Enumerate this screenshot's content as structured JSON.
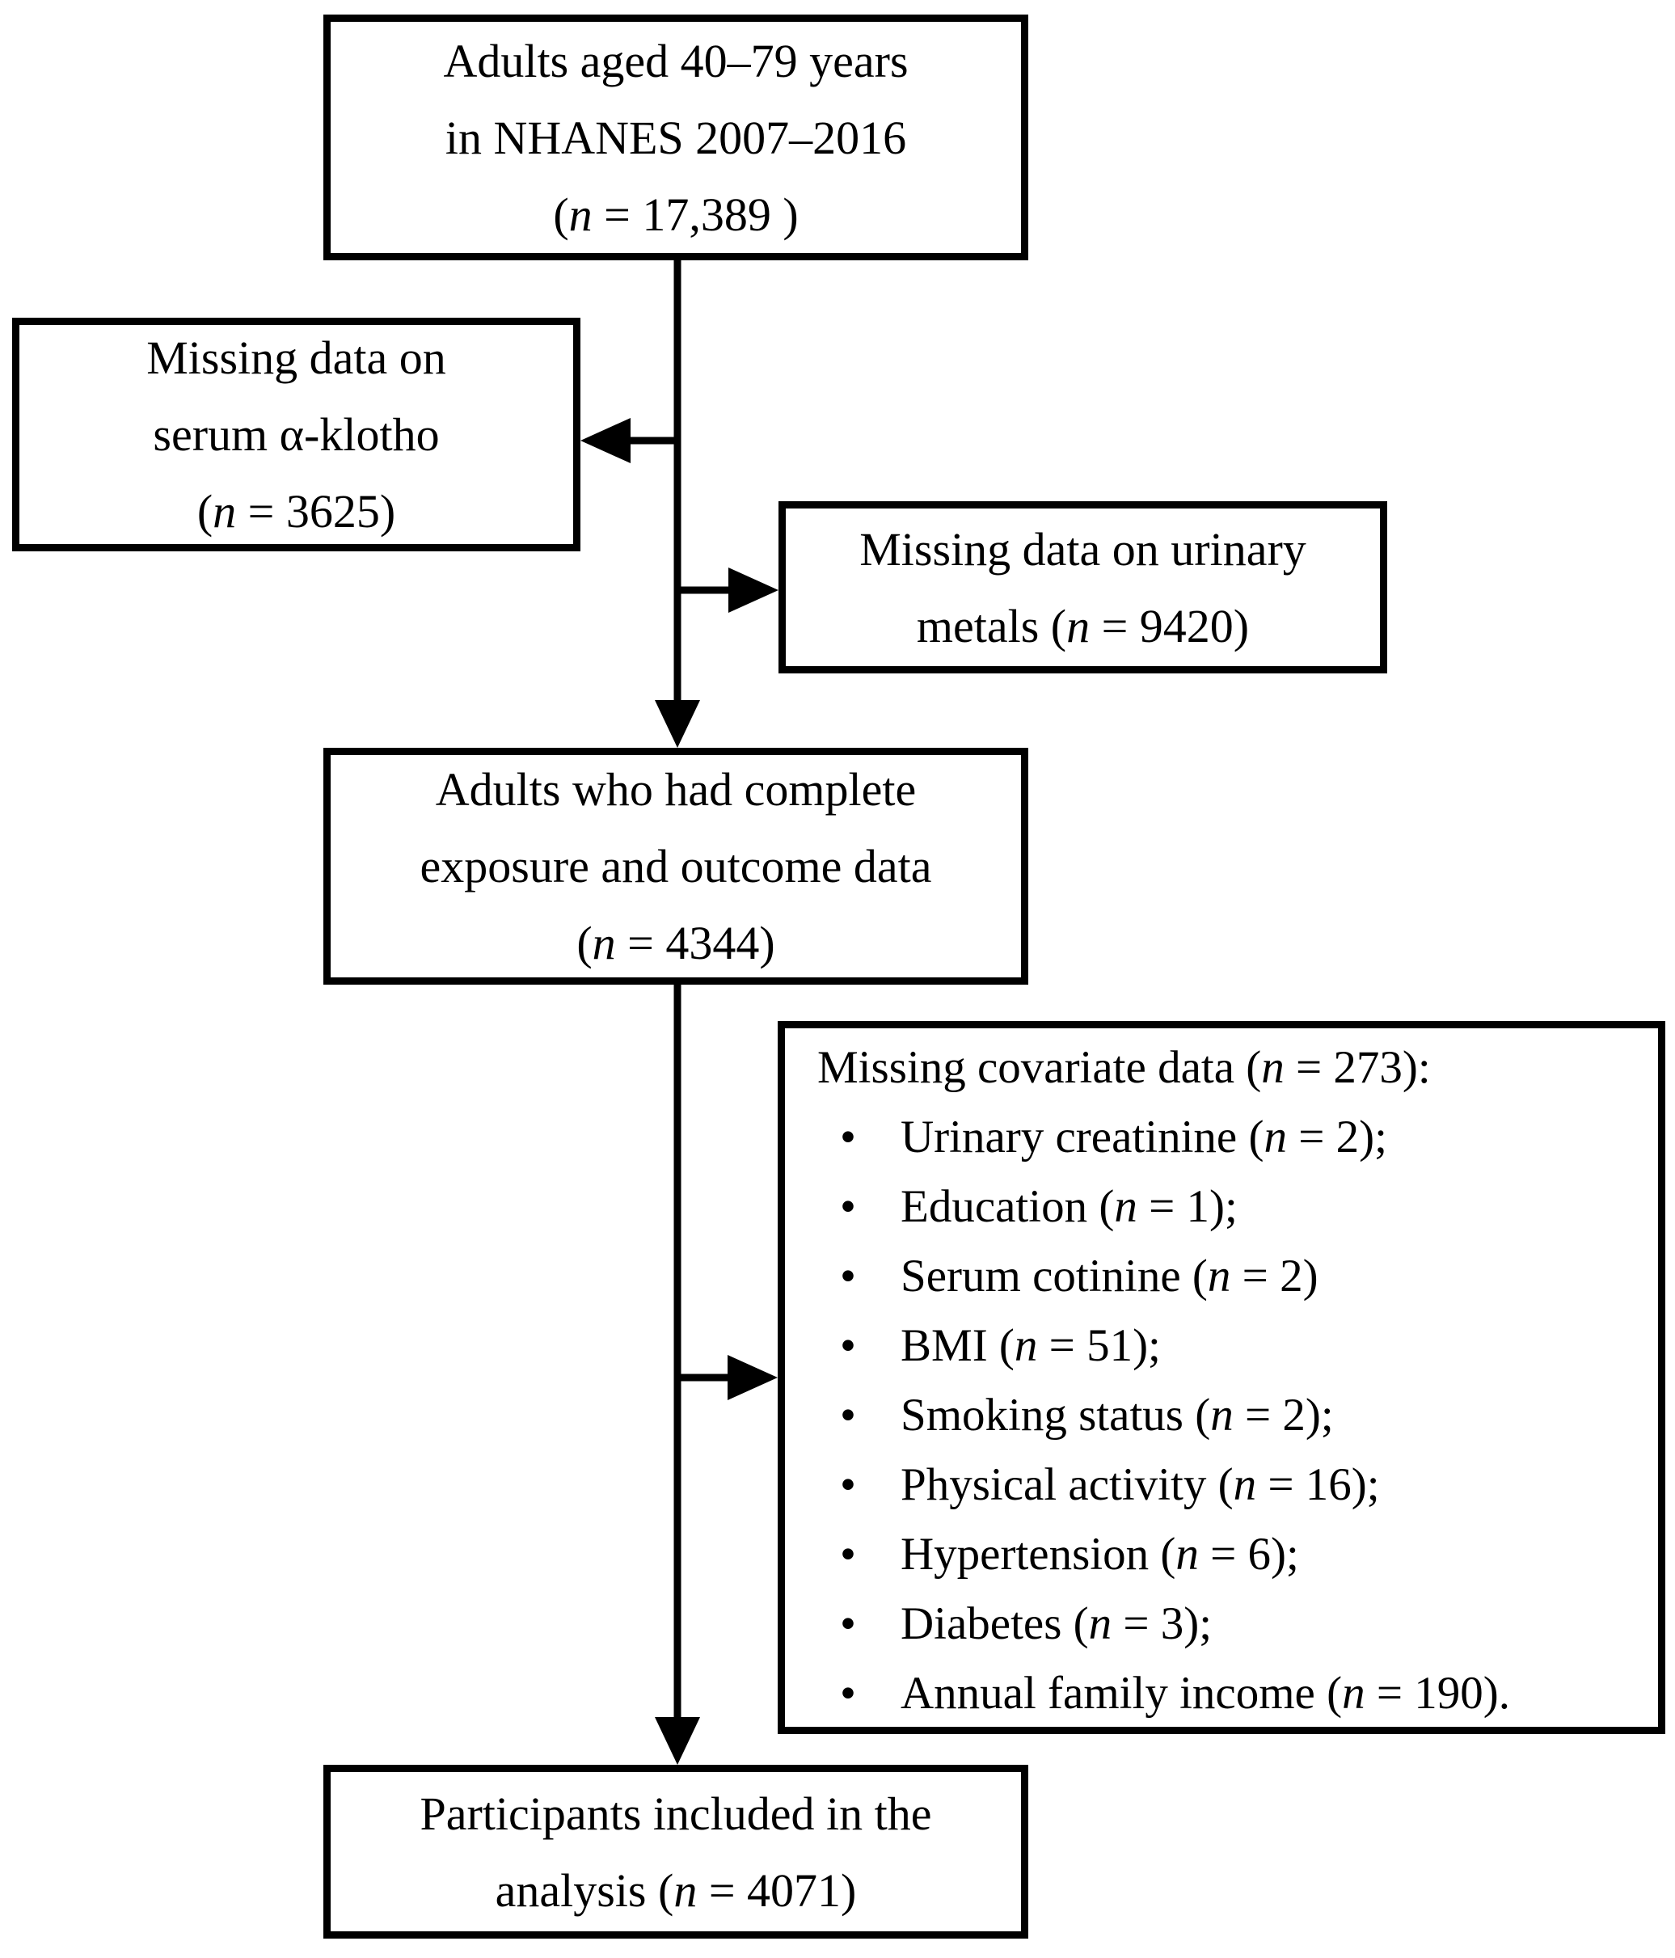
{
  "diagram": {
    "background_color": "#ffffff",
    "line_color": "#000000",
    "text_color": "#000000",
    "bullet_char": "•",
    "boxes": {
      "population": {
        "line1": "Adults aged 40–79 years",
        "line2": "in NHANES 2007–2016",
        "n_pre": "(",
        "n_sym": "n",
        "n_post": " = 17,389 )"
      },
      "missing_klotho": {
        "line1": "Missing data on",
        "line2": "serum α-klotho",
        "n_pre": "(",
        "n_sym": "n",
        "n_post": " = 3625)"
      },
      "missing_metals": {
        "line1": "Missing data on urinary",
        "line2_pre": "metals (",
        "n_sym": "n",
        "line2_post": " = 9420)"
      },
      "complete_data": {
        "line1": "Adults who had complete",
        "line2": "exposure and outcome data",
        "n_pre": "(",
        "n_sym": "n",
        "n_post": " = 4344)"
      },
      "missing_covariates": {
        "header_pre": "Missing covariate data (",
        "header_n": "n",
        "header_post": " = 273):",
        "items": [
          {
            "pre": "Urinary creatinine (",
            "n": "n",
            "post": " = 2);"
          },
          {
            "pre": "Education (",
            "n": "n",
            "post": " = 1);"
          },
          {
            "pre": "Serum cotinine (",
            "n": "n",
            "post": " = 2)"
          },
          {
            "pre": "BMI (",
            "n": "n",
            "post": " = 51);"
          },
          {
            "pre": "Smoking status (",
            "n": "n",
            "post": " = 2);"
          },
          {
            "pre": "Physical activity (",
            "n": "n",
            "post": " = 16);"
          },
          {
            "pre": "Hypertension (",
            "n": "n",
            "post": " = 6);"
          },
          {
            "pre": "Diabetes (",
            "n": "n",
            "post": " = 3);"
          },
          {
            "pre": "Annual family income (",
            "n": "n",
            "post": " = 190)."
          }
        ]
      },
      "included": {
        "line1": "Participants included in the",
        "line2_pre": "analysis (",
        "n_sym": "n",
        "line2_post": " = 4071)"
      }
    }
  }
}
